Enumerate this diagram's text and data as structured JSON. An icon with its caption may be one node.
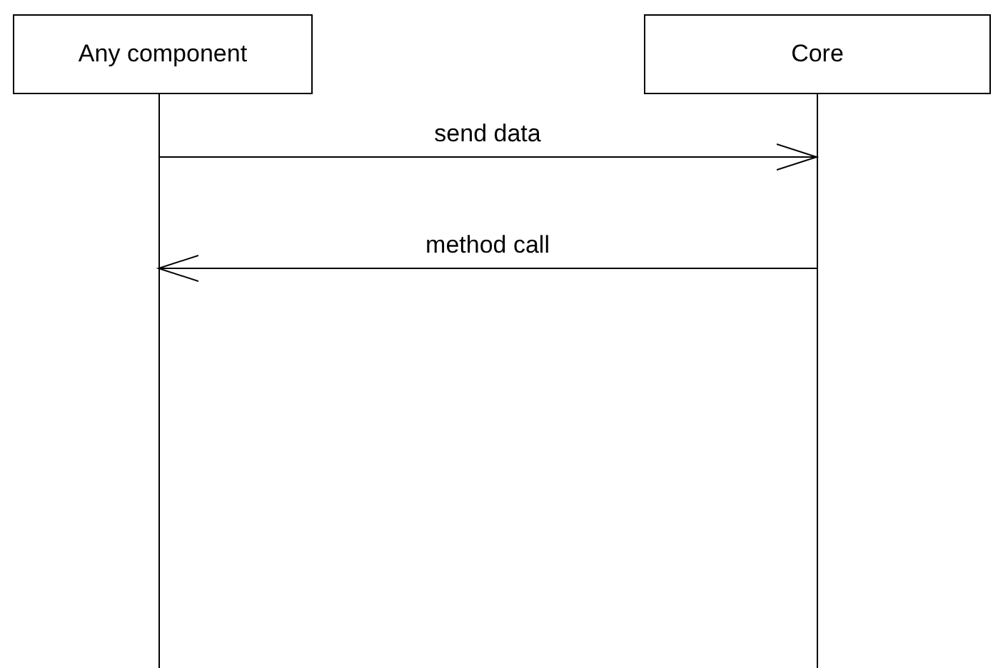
{
  "diagram": {
    "nodes": [
      {
        "text": [
          "Any component"
        ]
      },
      {
        "text": [
          "Core"
        ]
      }
    ],
    "edges": [
      {
        "from": 0,
        "to": 1,
        "arrow": "to",
        "label": "send data"
      },
      {
        "from": 1,
        "to": 0,
        "arrow": "to",
        "label": "method call"
      }
    ]
  }
}
